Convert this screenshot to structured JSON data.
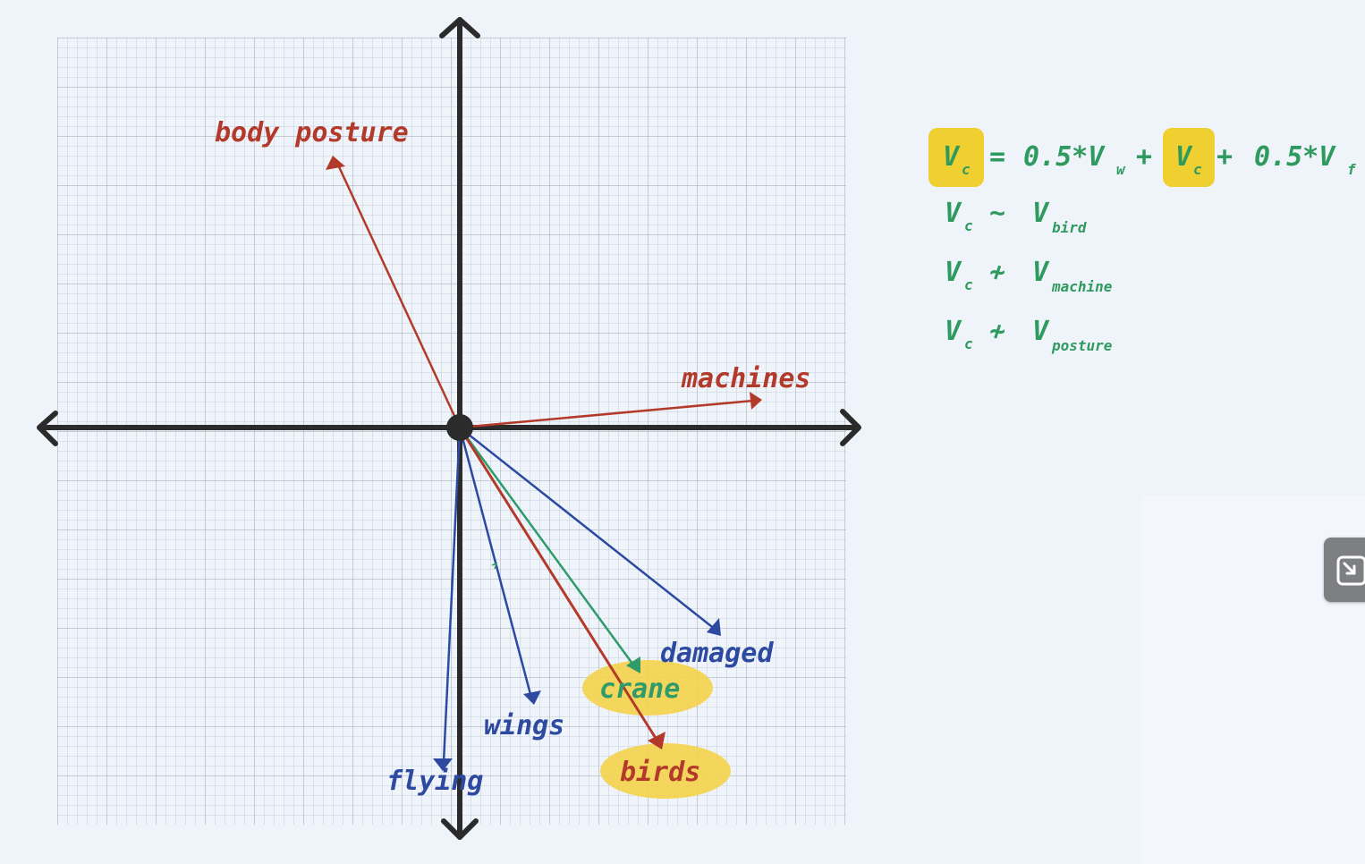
{
  "diagram": {
    "vectors": [
      {
        "id": "body-posture",
        "label": "body posture",
        "color": "#b33a2a"
      },
      {
        "id": "machines",
        "label": "machines",
        "color": "#b33a2a"
      },
      {
        "id": "damaged",
        "label": "damaged",
        "color": "#2d4aa0"
      },
      {
        "id": "crane",
        "label": "crane",
        "color": "#2f9a6a",
        "highlighted": true
      },
      {
        "id": "wings",
        "label": "wings",
        "color": "#2d4aa0"
      },
      {
        "id": "birds",
        "label": "birds",
        "color": "#b33a2a",
        "highlighted": true
      },
      {
        "id": "flying",
        "label": "flying",
        "color": "#2d4aa0"
      }
    ],
    "highlight_color": "#f5d34a"
  },
  "equations": {
    "color": "#2f9a5e",
    "highlight_color": "#f0d030",
    "main": {
      "lhs": "V",
      "lhs_sub": "c",
      "eq": "=",
      "t1": "0.5*V",
      "t1_sub": "w",
      "plus1": "+",
      "t2": "V",
      "t2_sub": "c",
      "plus2": "+",
      "t3": "0.5*V",
      "t3_sub": "f"
    },
    "relations": [
      {
        "v": "V",
        "v_sub": "c",
        "op": "~",
        "w": "V",
        "w_sub": "bird"
      },
      {
        "v": "V",
        "v_sub": "c",
        "op": "≁",
        "w": "V",
        "w_sub": "machine"
      },
      {
        "v": "V",
        "v_sub": "c",
        "op": "≁",
        "w": "V",
        "w_sub": "posture"
      }
    ]
  },
  "ui": {
    "expand_icon": "expand-arrow-icon"
  }
}
